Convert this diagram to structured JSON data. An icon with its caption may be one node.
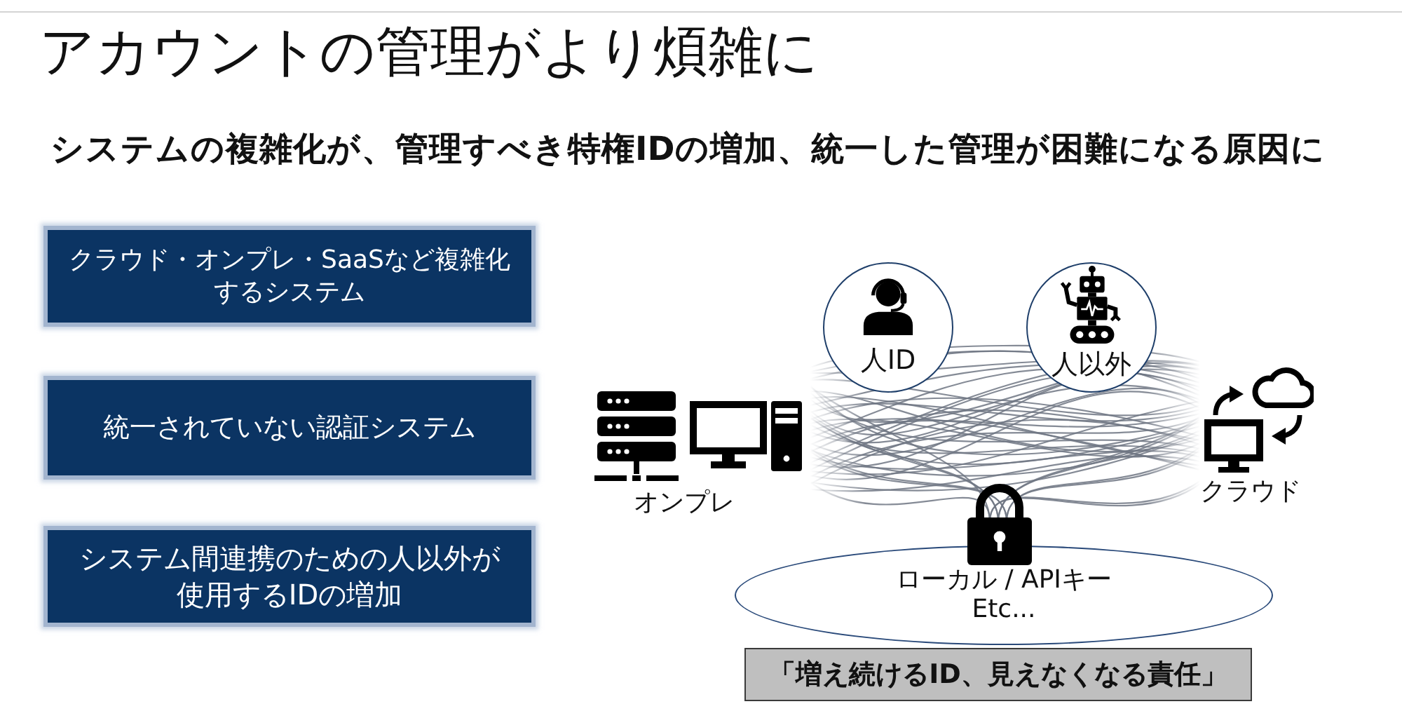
{
  "diagram": {
    "title": "アカウントの管理がより煩雑に",
    "nodes": [
      {
        "text": [
          "クラウド・オンプレ・SaaSなど複雑化するシステム"
        ]
      },
      {
        "text": [
          "統一されていない認証システム"
        ]
      },
      {
        "text": [
          "システム間連携のための人以外が使用するIDの増加"
        ]
      },
      {
        "text": [
          "人ID"
        ]
      },
      {
        "text": [
          "人以外"
        ]
      },
      {
        "text": [
          "ローカル / APIキー Etc..."
        ]
      },
      {
        "text": [
          "「増え続けるID、見えなくなる責任」"
        ]
      }
    ],
    "labels": [
      "システムの複雑化が、管理すべき特権IDの増加、統一した管理が困難になる原因に",
      "オンプレ",
      "クラウド"
    ]
  }
}
